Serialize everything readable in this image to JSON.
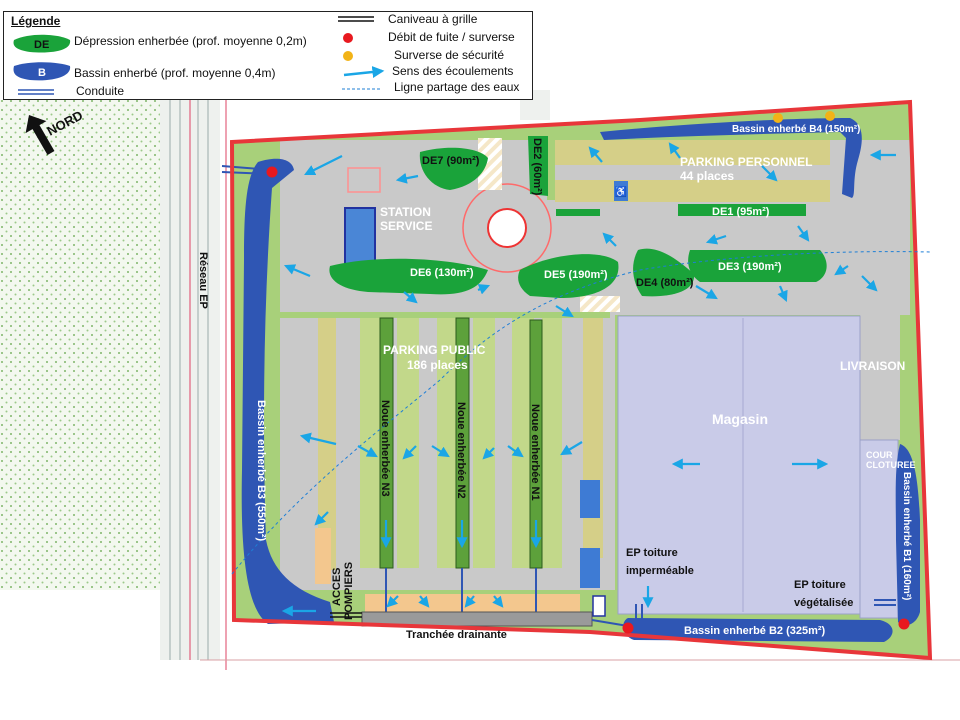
{
  "legend": {
    "title": "Légende",
    "de_symbol": "DE",
    "de_label": "Dépression enherbée (prof. moyenne 0,2m)",
    "b_symbol": "B",
    "b_label": "Bassin enherbé (prof. moyenne 0,4m)",
    "conduite": "Conduite",
    "caniveau": "Caniveau à grille",
    "debit": "Débit de fuite / surverse",
    "surverse": "Surverse de sécurité",
    "sens": "Sens des écoulements",
    "ligne": "Ligne partage des eaux"
  },
  "compass": {
    "label": "NORD"
  },
  "reseau": "Réseau EP",
  "areas": {
    "parking_personnel": "PARKING PERSONNEL",
    "parking_personnel_places": "44 places",
    "station_1": "STATION",
    "station_2": "SERVICE",
    "parking_public": "PARKING PUBLIC",
    "parking_public_places": "186 places",
    "magasin": "Magasin",
    "livraison": "LIVRAISON",
    "cour_1": "COUR",
    "cour_2": "CLOTUREE",
    "acces_1": "ACCES",
    "acces_2": "POMPIERS",
    "ep_imp_1": "EP toiture",
    "ep_imp_2": "imperméable",
    "ep_veg_1": "EP toiture",
    "ep_veg_2": "végétalisée",
    "tranchee": "Tranchée drainante"
  },
  "depressions": {
    "de7": "DE7 (90m²)",
    "de2": "DE2 (60m²)",
    "de1": "DE1 (95m²)",
    "de6": "DE6 (130m²)",
    "de5": "DE5 (190m²)",
    "de4": "DE4 (80m²)",
    "de3": "DE3 (190m²)"
  },
  "basins": {
    "b4": "Bassin enherbé B4 (150m²)",
    "b3": "Bassin enherbé B3 (550m²)",
    "b2": "Bassin enherbé B2 (325m²)",
    "b1": "Bassin enherbé B1 (160m²)"
  },
  "noues": {
    "n3": "Noue enherbée N3",
    "n2": "Noue enherbée N2",
    "n1": "Noue enherbée N1"
  },
  "colors": {
    "depression": "#1aa33a",
    "basin": "#2f56b4",
    "asphalt": "#c9c9c9",
    "grass": "#a8d07a",
    "building": "#c9cbe8",
    "boundary": "#e8363a",
    "flow_arrow": "#1aa6e6",
    "fuite_dot": "#e8191f",
    "surverse_dot": "#f2b317"
  }
}
